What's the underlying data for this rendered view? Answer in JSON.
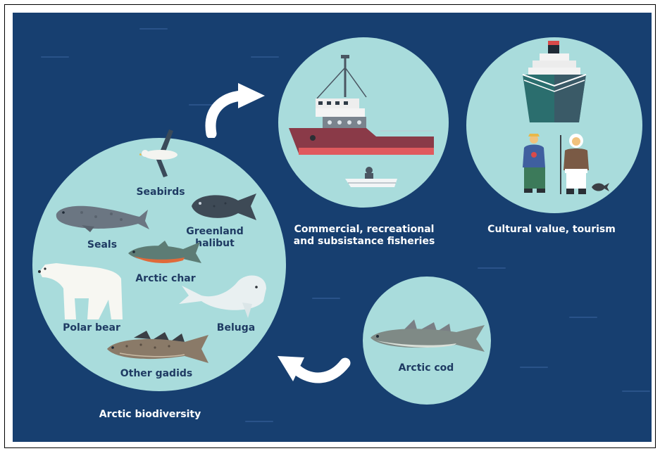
{
  "groups": {
    "biodiversity": {
      "title": "Arctic biodiversity",
      "species": {
        "seabirds": "Seabirds",
        "seals": "Seals",
        "greenland_halibut": "Greenland\nhalibut",
        "arctic_char": "Arctic char",
        "polar_bear": "Polar bear",
        "beluga": "Beluga",
        "other_gadids": "Other gadids"
      }
    },
    "fisheries": {
      "title": "Commercial, recreational\nand subsistance fisheries"
    },
    "culture": {
      "title": "Cultural value, tourism"
    },
    "cod": {
      "title": "Arctic cod"
    }
  },
  "colors": {
    "background": "#173f70",
    "circle": "#a9dcdc",
    "label_dark": "#1f3b63",
    "label_light": "#ffffff",
    "arrow": "#ffffff"
  },
  "icons": [
    "seabird-icon",
    "seal-icon",
    "halibut-icon",
    "arctic-char-icon",
    "polar-bear-icon",
    "beluga-icon",
    "gadid-icon",
    "fishing-ship-icon",
    "small-boat-icon",
    "cruise-ship-icon",
    "fisher-person-icon",
    "inuit-person-icon",
    "arctic-cod-icon",
    "flow-arrow-icon"
  ]
}
